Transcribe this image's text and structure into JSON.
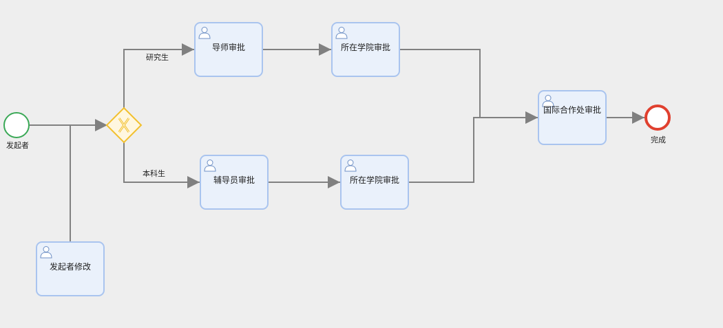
{
  "start_event": {
    "label": "发起者",
    "color": "#3aa856"
  },
  "end_event": {
    "label": "完成",
    "color": "#e0402f"
  },
  "gateway": {
    "type": "exclusive",
    "color": "#f2c02e"
  },
  "flows": {
    "graduate_label": "研究生",
    "undergrad_label": "本科生"
  },
  "tasks": {
    "supervisor": {
      "label": "导师审批"
    },
    "college_top": {
      "label": "所在学院审批"
    },
    "counselor": {
      "label": "辅导员审批"
    },
    "college_bottom": {
      "label": "所在学院审批"
    },
    "intl_office": {
      "label": "国际合作处审批"
    },
    "initiator_edit": {
      "label": "发起者修改"
    }
  },
  "colors": {
    "task_fill": "#eaf1fb",
    "task_border": "#a9c4ef",
    "edge": "#808080",
    "background": "#eeeeee"
  }
}
